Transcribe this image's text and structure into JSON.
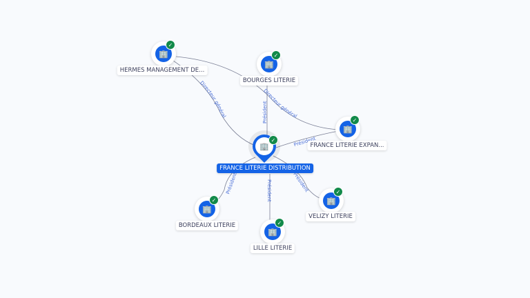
{
  "center": {
    "label": "FRANCE LITERIE DISTRIBUTION",
    "icon": "building-icon",
    "verified": true
  },
  "nodes": [
    {
      "label": "HERMES MANAGEMENT DE...",
      "icon": "building-icon",
      "verified": true
    },
    {
      "label": "BOURGES LITERIE",
      "icon": "building-icon",
      "verified": true
    },
    {
      "label": "FRANCE LITERIE EXPAN...",
      "icon": "building-icon",
      "verified": true
    },
    {
      "label": "BORDEAUX LITERIE",
      "icon": "building-icon",
      "verified": true
    },
    {
      "label": "LILLE LITERIE",
      "icon": "building-icon",
      "verified": true
    },
    {
      "label": "VELIZY LITERIE",
      "icon": "building-icon",
      "verified": true
    }
  ],
  "edges": [
    {
      "from": "HERMES MANAGEMENT DE...",
      "to": "FRANCE LITERIE DISTRIBUTION",
      "label": "Directeur général"
    },
    {
      "from": "HERMES MANAGEMENT DE...",
      "to": "FRANCE LITERIE EXPAN...",
      "label": "Directeur général"
    },
    {
      "from": "FRANCE LITERIE DISTRIBUTION",
      "to": "BOURGES LITERIE",
      "label": "Président"
    },
    {
      "from": "FRANCE LITERIE EXPAN...",
      "to": "FRANCE LITERIE DISTRIBUTION",
      "label": "Président"
    },
    {
      "from": "FRANCE LITERIE DISTRIBUTION",
      "to": "BORDEAUX LITERIE",
      "label": "Président"
    },
    {
      "from": "FRANCE LITERIE DISTRIBUTION",
      "to": "LILLE LITERIE",
      "label": "Président"
    },
    {
      "from": "FRANCE LITERIE DISTRIBUTION",
      "to": "VELIZY LITERIE",
      "label": "Président"
    }
  ],
  "colors": {
    "accent": "#1463e6",
    "verified": "#128a4a",
    "edge": "#7a7f95",
    "edge_label": "#4a6fd8"
  }
}
